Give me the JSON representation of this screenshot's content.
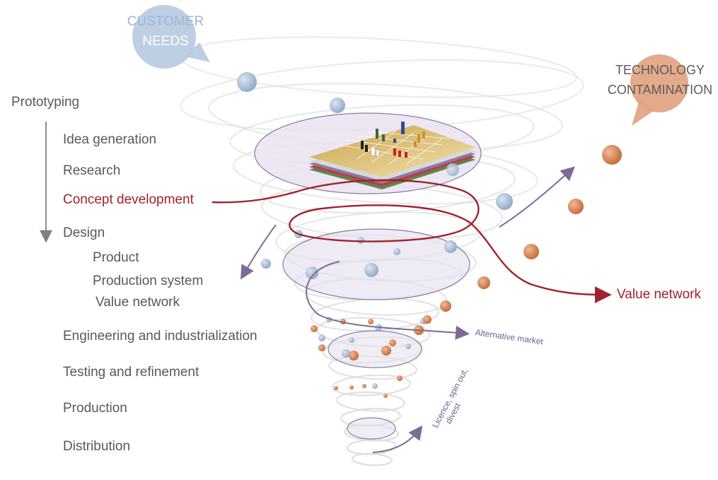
{
  "callouts": {
    "customer_needs": [
      "CUSTOMER",
      "NEEDS"
    ],
    "technology_contamination": [
      "TECHNOLOGY",
      "CONTAMINATION"
    ]
  },
  "stages": {
    "heading": "Prototyping",
    "items": [
      "Idea generation",
      "Research",
      "Concept development",
      "Design",
      "Product",
      "Production system",
      "Value network",
      "Engineering and industrialization",
      "Testing and refinement",
      "Production",
      "Distribution"
    ],
    "highlighted": "Concept development"
  },
  "outcomes": {
    "value_network": "Value network",
    "alternative_market": "Alternative market",
    "licence": [
      "Licence, spin out,",
      "divest"
    ]
  },
  "colors": {
    "blue_bubble": "#a9bdd6",
    "orange_bubble": "#d98b5c",
    "red_path": "#a0222e",
    "purple_arrow": "#7d6a98",
    "ellipse_fill": "#e7e1ef",
    "ellipse_stroke": "#8a7ba5",
    "spiral": "#d9d9d9",
    "text": "#595959"
  }
}
